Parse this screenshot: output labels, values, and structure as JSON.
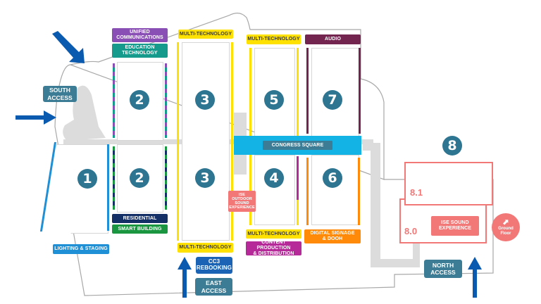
{
  "colors": {
    "hall_number": "#2e7591",
    "access_label": "#3c7d95",
    "arrow": "#0a5bb0",
    "unified_communications": "#8a4fb5",
    "education_technology": "#159a8c",
    "multi_technology": "#ffe100",
    "audio": "#73244f",
    "residential": "#142f66",
    "smart_building": "#1a9641",
    "lighting_staging": "#1f8fd6",
    "congress_square": "#14b3e6",
    "content_production": "#b52a98",
    "digital_signage": "#ff8a0a",
    "ise_sound": "#f27878",
    "cc3": "#1a63b5",
    "walkway": "#dcdcdc"
  },
  "halls": [
    {
      "id": "hall-1",
      "number": "1"
    },
    {
      "id": "hall-2-north",
      "number": "2"
    },
    {
      "id": "hall-2-south",
      "number": "2"
    },
    {
      "id": "hall-3-north",
      "number": "3"
    },
    {
      "id": "hall-3-south",
      "number": "3"
    },
    {
      "id": "hall-4",
      "number": "4"
    },
    {
      "id": "hall-5",
      "number": "5"
    },
    {
      "id": "hall-6",
      "number": "6"
    },
    {
      "id": "hall-7",
      "number": "7"
    },
    {
      "id": "hall-8",
      "number": "8"
    }
  ],
  "hall8": {
    "upper_level": "8.1",
    "ground_level": "8.0",
    "ise_sound_experience": "ISE SOUND\nEXPERIENCE",
    "ground_floor_badge": "Ground\nFloor"
  },
  "technology_zones": {
    "unified_communications": "UNIFIED\nCOMMUNICATIONS",
    "education_technology": "EDUCATION\nTECHNOLOGY",
    "multi_technology_hall3_top": "MULTI-TECHNOLOGY",
    "multi_technology_hall5": "MULTI-TECHNOLOGY",
    "audio": "AUDIO",
    "residential": "RESIDENTIAL",
    "smart_building": "SMART BUILDING",
    "lighting_staging": "LIGHTING & STAGING",
    "multi_technology_hall3_bottom": "MULTI-TECHNOLOGY",
    "multi_technology_hall4": "MULTI-TECHNOLOGY",
    "content_production": "CONTENT PRODUCTION\n& DISTRIBUTION",
    "digital_signage": "DIGITAL SIGNAGE\n& DOOH",
    "congress_square": "CONGRESS SQUARE",
    "ise_outdoor_sound": "ISE\nOUTDOOR\nSOUND\nEXPERIENCE",
    "cc3_rebooking": "CC3\nREBOOKING"
  },
  "entrances": {
    "south": "SOUTH\nACCESS",
    "east": "EAST\nACCESS",
    "north": "NORTH\nACCESS"
  }
}
